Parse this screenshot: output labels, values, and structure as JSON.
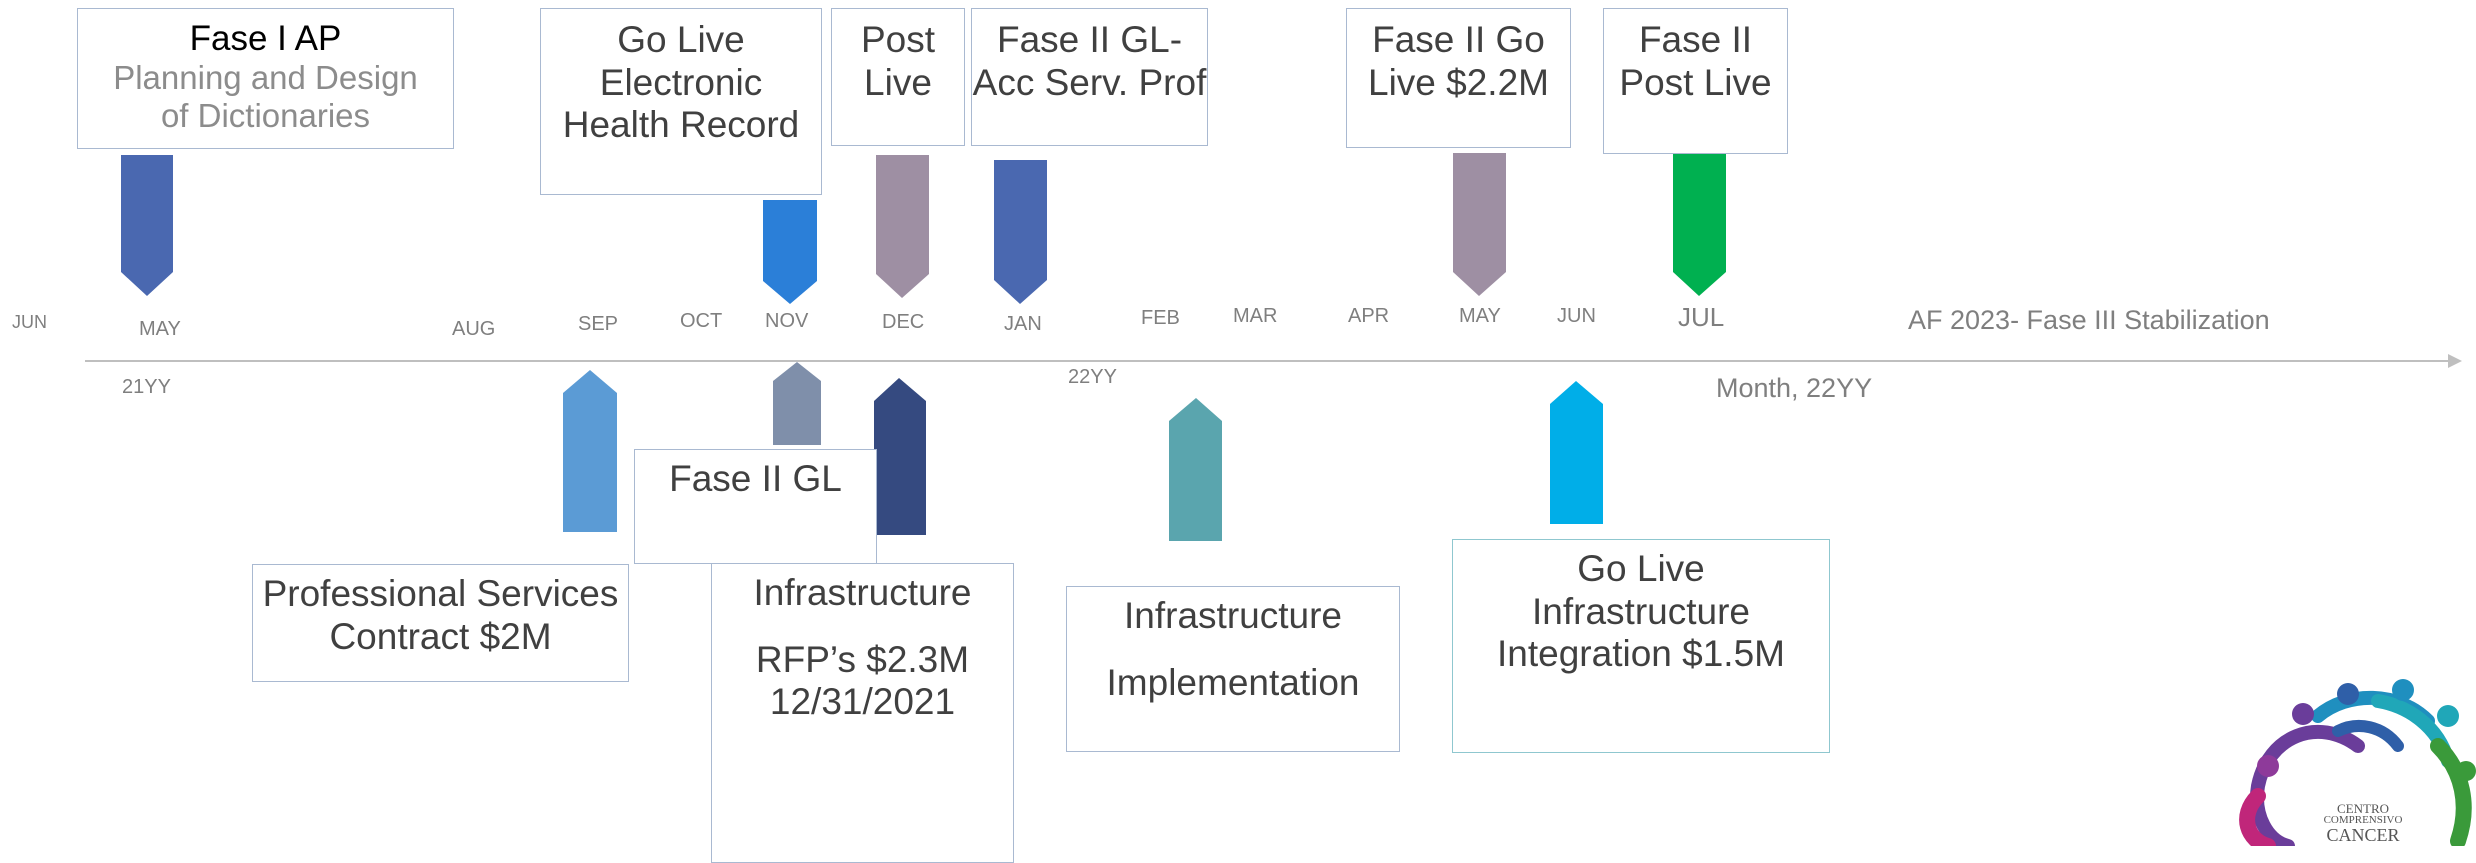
{
  "timeline": {
    "left_label": "JUN",
    "year_start": "21YY",
    "year_mid": "22YY",
    "month_marker": "Month, 22YY",
    "months": [
      "MAY",
      "AUG",
      "SEP",
      "OCT",
      "NOV",
      "DEC",
      "JAN",
      "FEB",
      "MAR",
      "APR",
      "MAY",
      "JUN",
      "JUL"
    ],
    "stabilization": "AF 2023- Fase III Stabilization"
  },
  "top_boxes": [
    {
      "lines": [
        "Fase I  AP"
      ],
      "sub": [
        "Planning and Design",
        "of Dictionaries"
      ]
    },
    {
      "lines": [
        "Go Live",
        "Electronic",
        "Health Record"
      ]
    },
    {
      "lines": [
        "Post",
        "Live"
      ]
    },
    {
      "lines": [
        "Fase II GL-",
        "Acc Serv. Prof"
      ]
    },
    {
      "lines": [
        "Fase II Go",
        "Live $2.2M"
      ]
    },
    {
      "lines": [
        "Fase II",
        "Post Live"
      ]
    }
  ],
  "bottom_boxes": [
    {
      "lines": [
        "Professional Services",
        "Contract $2M"
      ]
    },
    {
      "lines": [
        "Fase II  GL"
      ]
    },
    {
      "lines": [
        "Infrastructure",
        "RFP’s $2.3M",
        "12/31/2021"
      ]
    },
    {
      "lines": [
        "Infrastructure",
        "Implementation"
      ]
    },
    {
      "lines": [
        "Go Live",
        "Infrastructure",
        "Integration $1.5M"
      ]
    }
  ],
  "logo": {
    "lines": [
      "CENTRO",
      "COMPRENSIVO",
      "CANCER"
    ]
  },
  "colors": {
    "axis": "#bfbfbf",
    "arrow_blue": "#4a68b0",
    "arrow_bright_blue": "#2b7fd8",
    "arrow_mauve": "#9e8fa3",
    "arrow_green": "#00b050",
    "arrow_light_blue": "#5b9bd5",
    "arrow_slate": "#7f8faa",
    "arrow_navy": "#354a80",
    "arrow_teal": "#5aa5ae",
    "arrow_cyan": "#00aee8"
  }
}
